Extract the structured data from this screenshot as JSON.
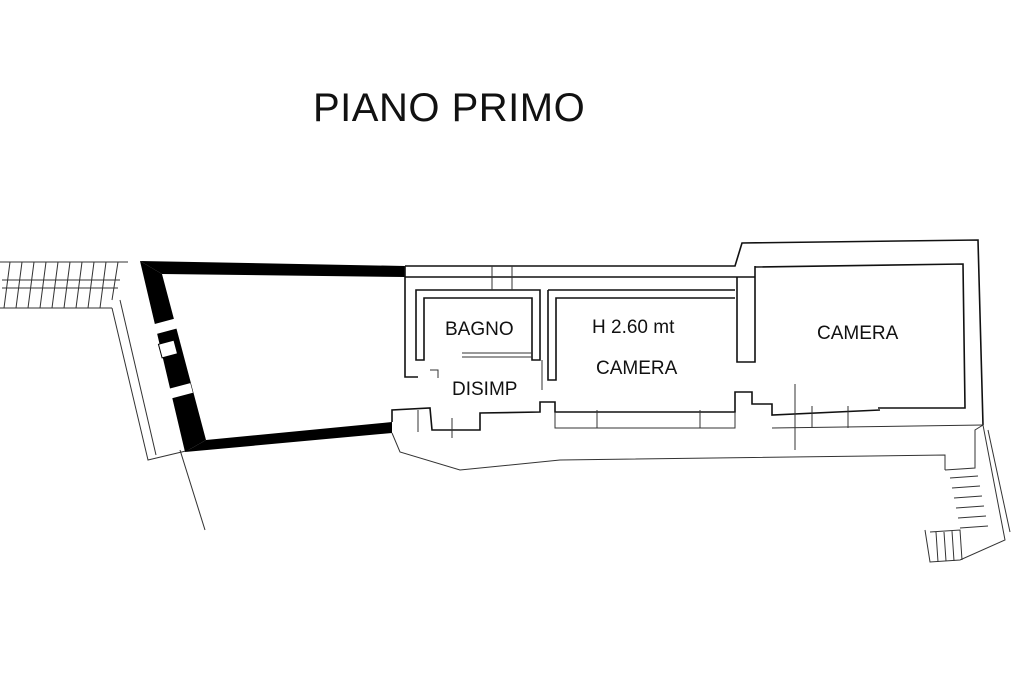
{
  "title": "PIANO PRIMO",
  "rooms": {
    "bagno": "BAGNO",
    "disimp": "DISIMP",
    "height": "H  2.60 mt",
    "camera_center": "CAMERA",
    "camera_right": "CAMERA"
  }
}
